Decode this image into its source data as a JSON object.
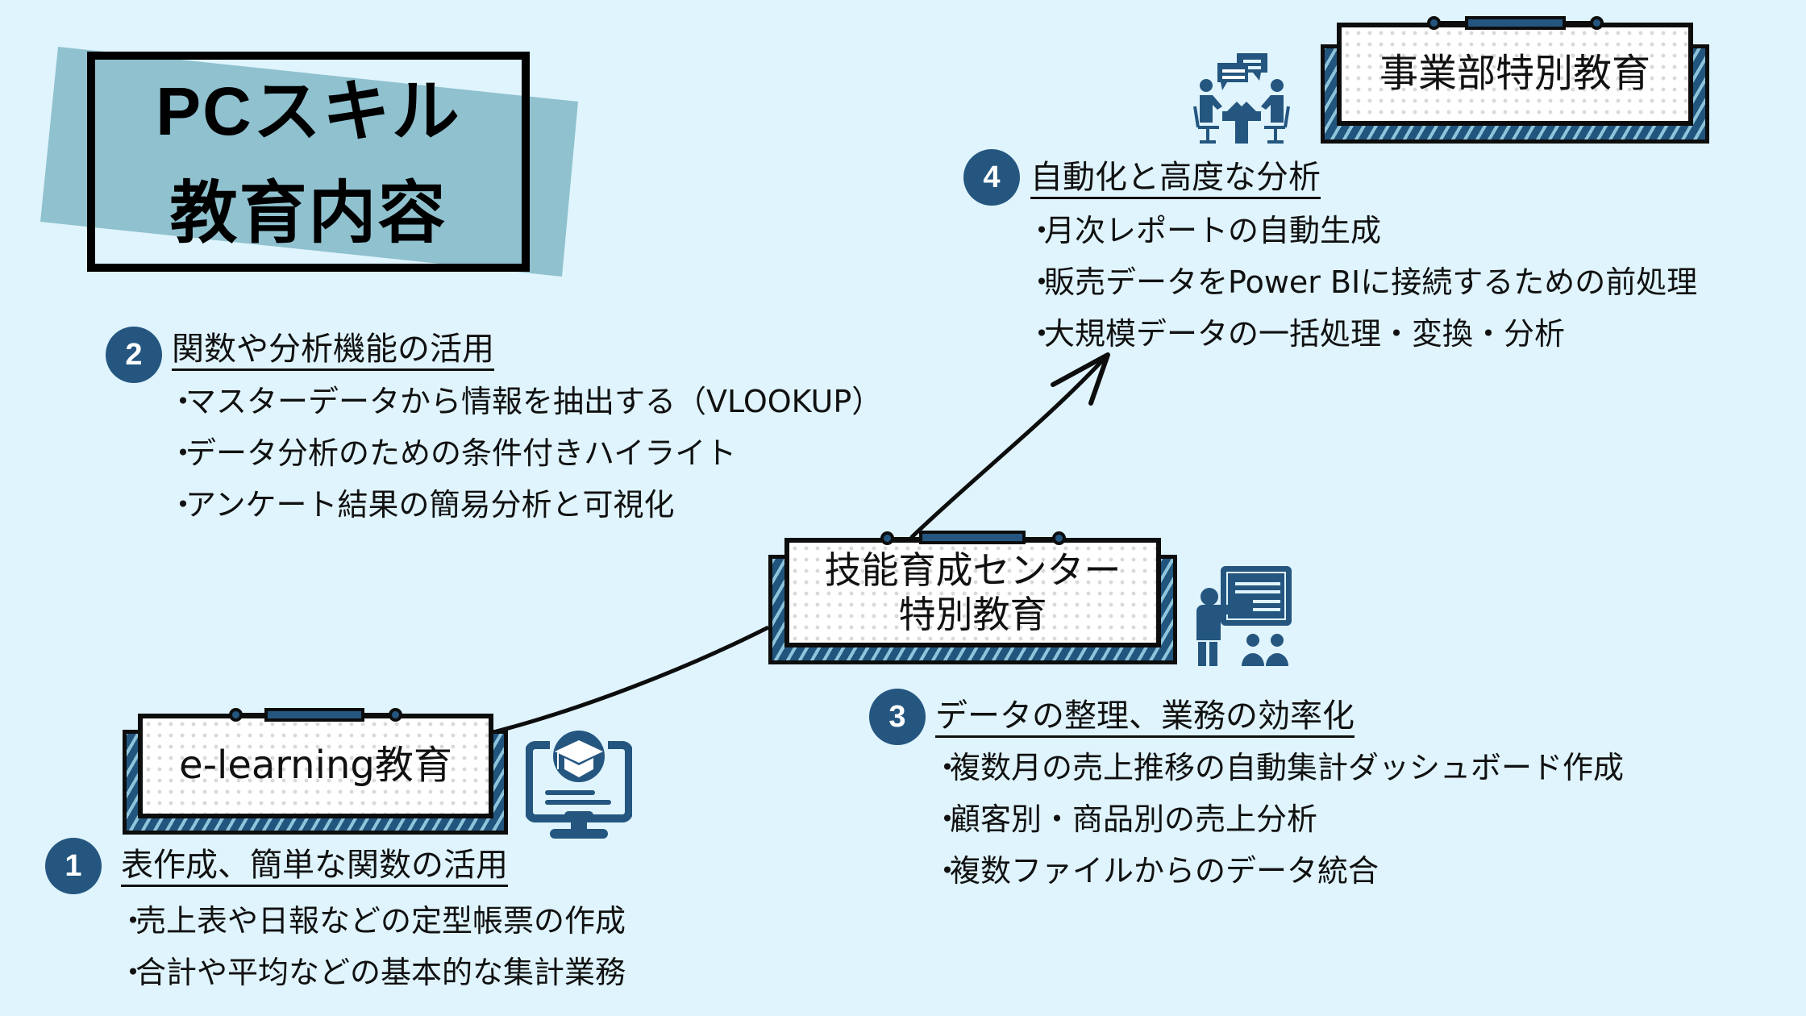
{
  "title": {
    "line1": "PCスキル",
    "line2": "教育内容"
  },
  "stages": {
    "elearning": {
      "label": "e-learning教育"
    },
    "center": {
      "label_line1": "技能育成センター",
      "label_line2": "特別教育"
    },
    "division": {
      "label": "事業部特別教育"
    }
  },
  "sections": [
    {
      "number": "1",
      "heading": "表作成、簡単な関数の活用",
      "items": [
        "売上表や日報などの定型帳票の作成",
        "合計や平均などの基本的な集計業務"
      ]
    },
    {
      "number": "2",
      "heading": "関数や分析機能の活用",
      "items": [
        "マスターデータから情報を抽出する（VLOOKUP）",
        "データ分析のための条件付きハイライト",
        "アンケート結果の簡易分析と可視化"
      ]
    },
    {
      "number": "3",
      "heading": "データの整理、業務の効率化",
      "items": [
        "複数月の売上推移の自動集計ダッシュボード作成",
        "顧客別・商品別の売上分析",
        "複数ファイルからのデータ統合"
      ]
    },
    {
      "number": "4",
      "heading": "自動化と高度な分析",
      "items": [
        "月次レポートの自動生成",
        "販売データをPower BIに接続するための前処理",
        "大規模データの一括処理・変換・分析"
      ]
    }
  ],
  "icons": {
    "elearning": "monitor-graduation-cap-icon",
    "center": "teacher-presentation-icon",
    "division": "meeting-discussion-icon"
  },
  "colors": {
    "background": "#dff4fc",
    "accent": "#245680",
    "title_band": "#8fc1cf",
    "hatch_light": "#8ec5db"
  }
}
